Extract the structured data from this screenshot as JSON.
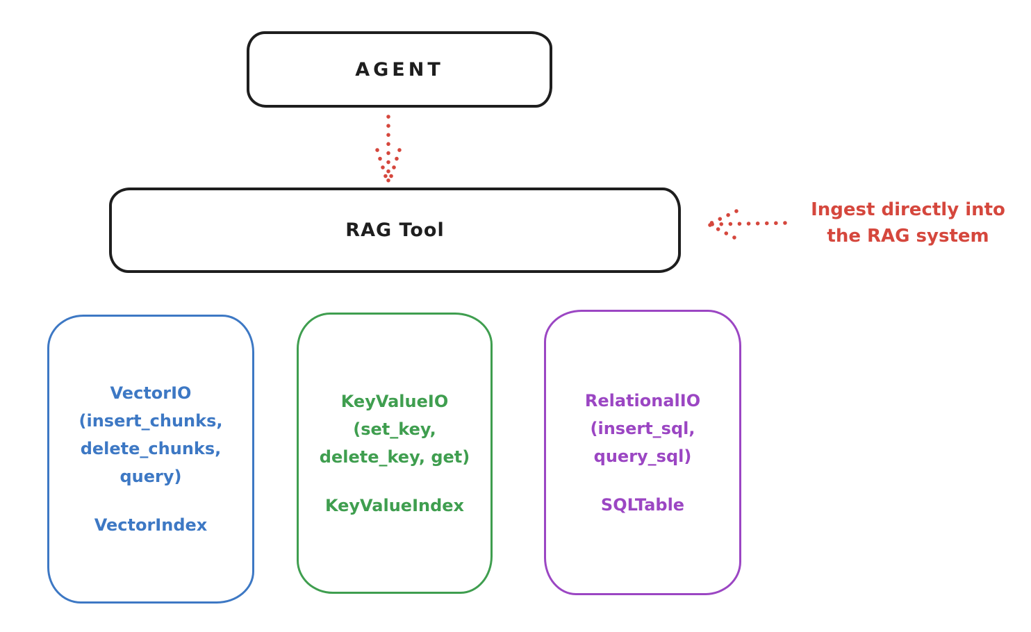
{
  "colors": {
    "bg": "#ffffff",
    "ink": "#1e1e1e",
    "red": "#d5473d",
    "blue": "#3d78c4",
    "green": "#3f9e4f",
    "purple": "#9b46c3"
  },
  "agent": {
    "label": "AGENT"
  },
  "rag_tool": {
    "label": "RAG Tool"
  },
  "annotation": {
    "text": "Ingest directly into\nthe RAG system"
  },
  "io_boxes": {
    "vector": {
      "title": "VectorIO\n(insert_chunks,\ndelete_chunks,\nquery)",
      "index": "VectorIndex"
    },
    "keyvalue": {
      "title": "KeyValueIO\n(set_key,\ndelete_key, get)",
      "index": "KeyValueIndex"
    },
    "relational": {
      "title": "RelationalIO\n(insert_sql,\nquery_sql)",
      "index": "SQLTable"
    }
  },
  "icons": {
    "down_arrow": "dotted-down-arrow",
    "left_arrow": "dotted-left-arrow"
  }
}
